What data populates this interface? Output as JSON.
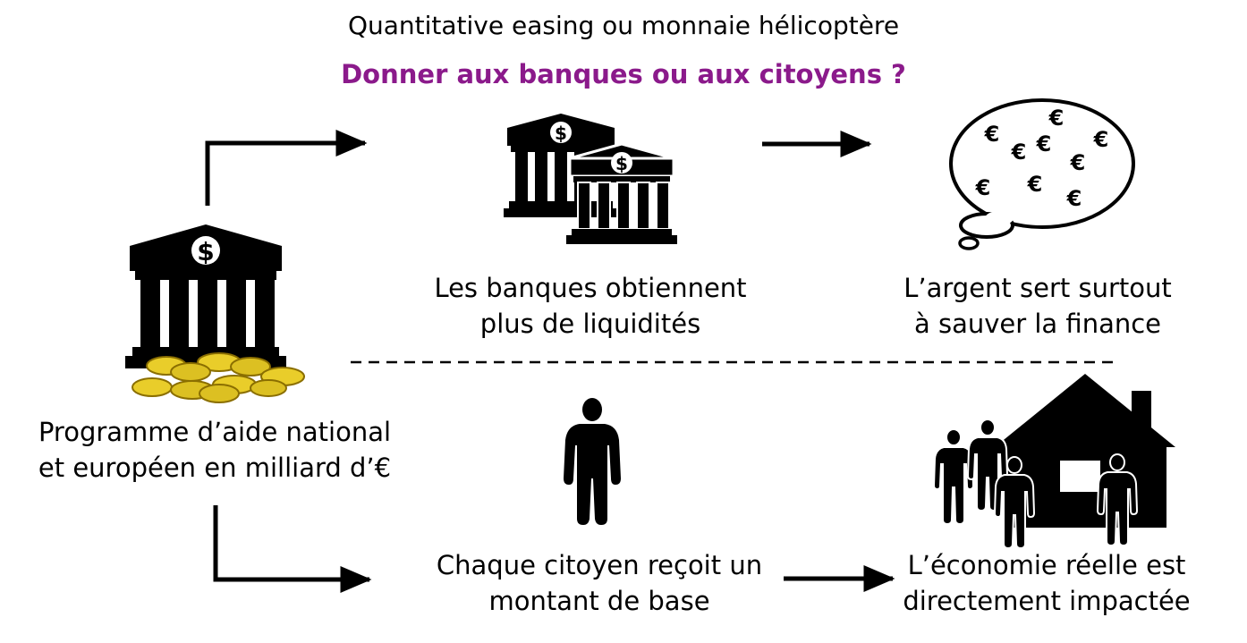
{
  "title": "Quantitative easing ou monnaie hélicoptère",
  "subtitle": "Donner aux banques ou aux citoyens ?",
  "colors": {
    "subtitle": "#8b1a8b",
    "ink": "#000000",
    "coin_fill": "#e9cd2a",
    "coin_shade": "#a88a10"
  },
  "nodes": {
    "central_bank": {
      "icon": "bank-with-coins-icon",
      "line1": "Programme d’aide national",
      "line2": "et européen en milliard d’€"
    },
    "banks": {
      "icon": "two-banks-icon",
      "line1": "Les banques obtiennent",
      "line2": "plus de liquidités"
    },
    "finance": {
      "icon": "thought-bubble-euros-icon",
      "symbol": "€",
      "line1": "L’argent sert surtout",
      "line2": "à sauver la finance"
    },
    "citizen": {
      "icon": "person-icon",
      "line1": "Chaque citoyen reçoit un",
      "line2": "montant de base"
    },
    "economy": {
      "icon": "house-with-people-icon",
      "line1": "L’économie réelle est",
      "line2": "directement impactée"
    }
  }
}
